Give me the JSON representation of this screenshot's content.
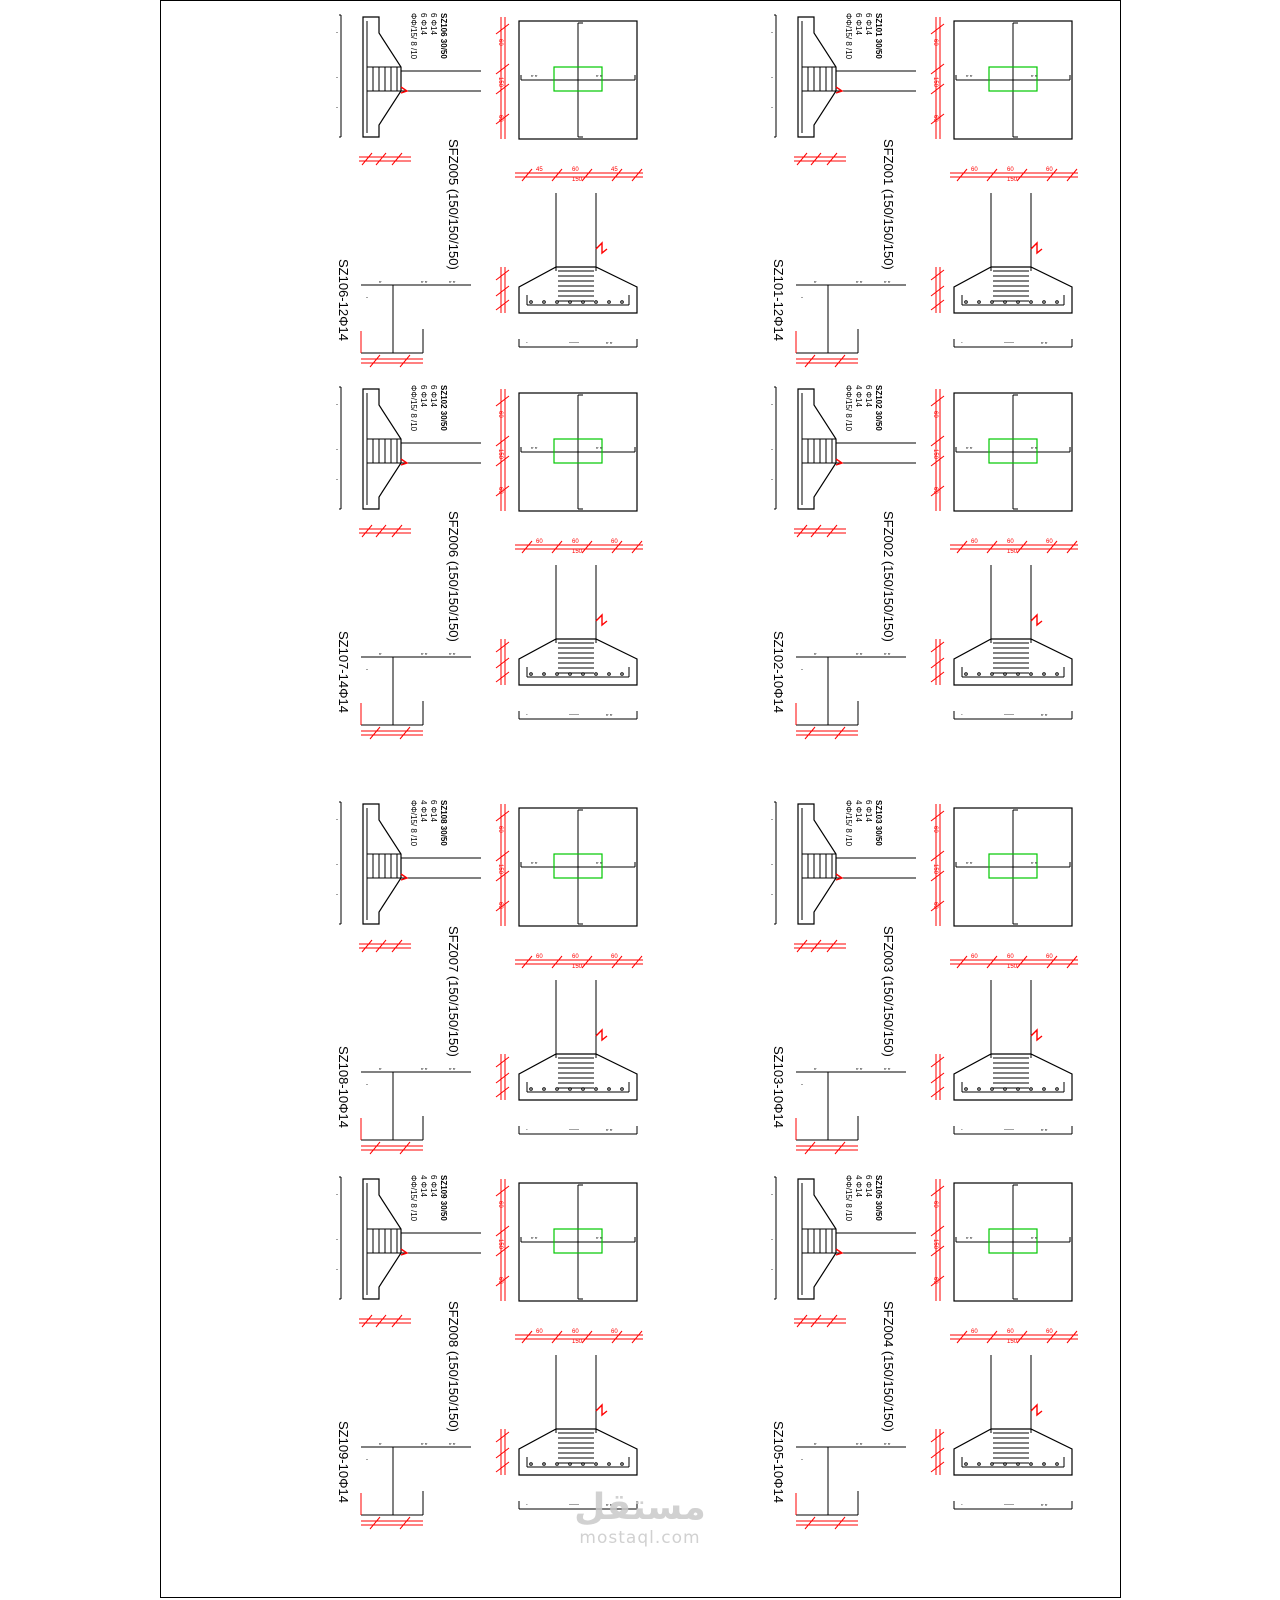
{
  "sheet": {
    "sheet_note": "",
    "colors": {
      "line": "#000000",
      "dimension": "#ff0000",
      "column_outline": "#00c800",
      "background": "#ffffff"
    },
    "details": [
      {
        "footing_title": "SFZ001 (150/150/150)",
        "column_title": "SZ101-12Φ14",
        "column_label": "SZ101 30/50",
        "reinforcement": [
          "6 Φ14",
          "6 Φ14",
          "ΦΦ/15/ 8 /10"
        ],
        "plan_total_dim": "150",
        "plan_segment_dims": [
          "60",
          "60",
          "60"
        ]
      },
      {
        "footing_title": "SFZ002 (150/150/150)",
        "column_title": "SZ102-10Φ14",
        "column_label": "SZ102 30/50",
        "reinforcement": [
          "6 Φ14",
          "4 Φ14",
          "ΦΦ/15/ 8 /10"
        ],
        "plan_total_dim": "150",
        "plan_segment_dims": [
          "60",
          "60",
          "60"
        ]
      },
      {
        "footing_title": "SFZ003 (150/150/150)",
        "column_title": "SZ103-10Φ14",
        "column_label": "SZ103 30/50",
        "reinforcement": [
          "6 Φ14",
          "4 Φ14",
          "ΦΦ/15/ 8 /10"
        ],
        "plan_total_dim": "150",
        "plan_segment_dims": [
          "60",
          "60",
          "60"
        ]
      },
      {
        "footing_title": "SFZ004 (150/150/150)",
        "column_title": "SZ105-10Φ14",
        "column_label": "SZ105 30/50",
        "reinforcement": [
          "6 Φ14",
          "4 Φ14",
          "ΦΦ/15/ 8 /10"
        ],
        "plan_total_dim": "150",
        "plan_segment_dims": [
          "60",
          "60",
          "60"
        ]
      },
      {
        "footing_title": "SFZ005 (150/150/150)",
        "column_title": "SZ106-12Φ14",
        "column_label": "SZ106 30/50",
        "reinforcement": [
          "6 Φ14",
          "6 Φ14",
          "ΦΦ/15/ 8 /10"
        ],
        "plan_total_dim": "150",
        "plan_segment_dims": [
          "45",
          "60",
          "45"
        ]
      },
      {
        "footing_title": "SFZ006 (150/150/150)",
        "column_title": "SZ107-14Φ14",
        "column_label": "SZ102 30/50",
        "reinforcement": [
          "6 Φ14",
          "6 Φ14",
          "ΦΦ/15/ 8 /10"
        ],
        "plan_total_dim": "150",
        "plan_segment_dims": [
          "60",
          "60",
          "60"
        ]
      },
      {
        "footing_title": "SFZ007 (150/150/150)",
        "column_title": "SZ108-10Φ14",
        "column_label": "SZ108 30/50",
        "reinforcement": [
          "6 Φ14",
          "4 Φ14",
          "ΦΦ/15/ 8 /10"
        ],
        "plan_total_dim": "150",
        "plan_segment_dims": [
          "60",
          "60",
          "60"
        ]
      },
      {
        "footing_title": "SFZ008 (150/150/150)",
        "column_title": "SZ109-10Φ14",
        "column_label": "SZ109 30/50",
        "reinforcement": [
          "6 Φ14",
          "4 Φ14",
          "ΦΦ/15/ 8 /10"
        ],
        "plan_total_dim": "150",
        "plan_segment_dims": [
          "60",
          "60",
          "60"
        ]
      }
    ]
  },
  "watermark": {
    "arabic": "مستقل",
    "latin": "mostaql.com"
  }
}
